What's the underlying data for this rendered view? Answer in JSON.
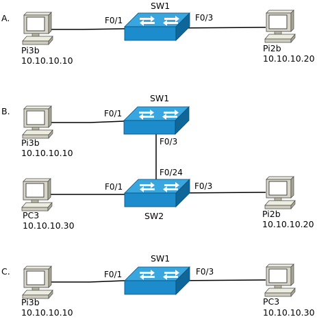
{
  "diagrams": {
    "a": {
      "label": "A.",
      "switch": {
        "name": "SW1"
      },
      "left": {
        "name": "Pi3b",
        "ip": "10.10.10.10",
        "port": "F0/1"
      },
      "right": {
        "name": "Pi2b",
        "ip": "10.10.10.20",
        "port": "F0/3"
      }
    },
    "b": {
      "label": "B.",
      "sw1": {
        "name": "SW1",
        "left_port": "F0/1",
        "down_port": "F0/3"
      },
      "sw2": {
        "name": "SW2",
        "up_port": "F0/24",
        "left_port": "F0/1",
        "right_port": "F0/3"
      },
      "top_left": {
        "name": "Pi3b",
        "ip": "10.10.10.10"
      },
      "bottom_left": {
        "name": "PC3",
        "ip": "10.10.10.30"
      },
      "bottom_right": {
        "name": "Pi2b",
        "ip": "10.10.10.20"
      }
    },
    "c": {
      "label": "C.",
      "switch": {
        "name": "SW1"
      },
      "left": {
        "name": "Pi3b",
        "ip": "10.10.10.10",
        "port": "F0/1"
      },
      "right": {
        "name": "PC3",
        "ip": "10.10.10.30",
        "port": "F0/3"
      }
    }
  },
  "colors": {
    "switch_top": "#3aa6e0",
    "switch_front": "#1c8ccc",
    "switch_side": "#0f6699",
    "link": "#000000",
    "pc_body": "#d8d6c8",
    "pc_screen": "#ffffff"
  },
  "icons": {
    "switch": "network-switch-icon",
    "computer": "desktop-computer-icon"
  }
}
